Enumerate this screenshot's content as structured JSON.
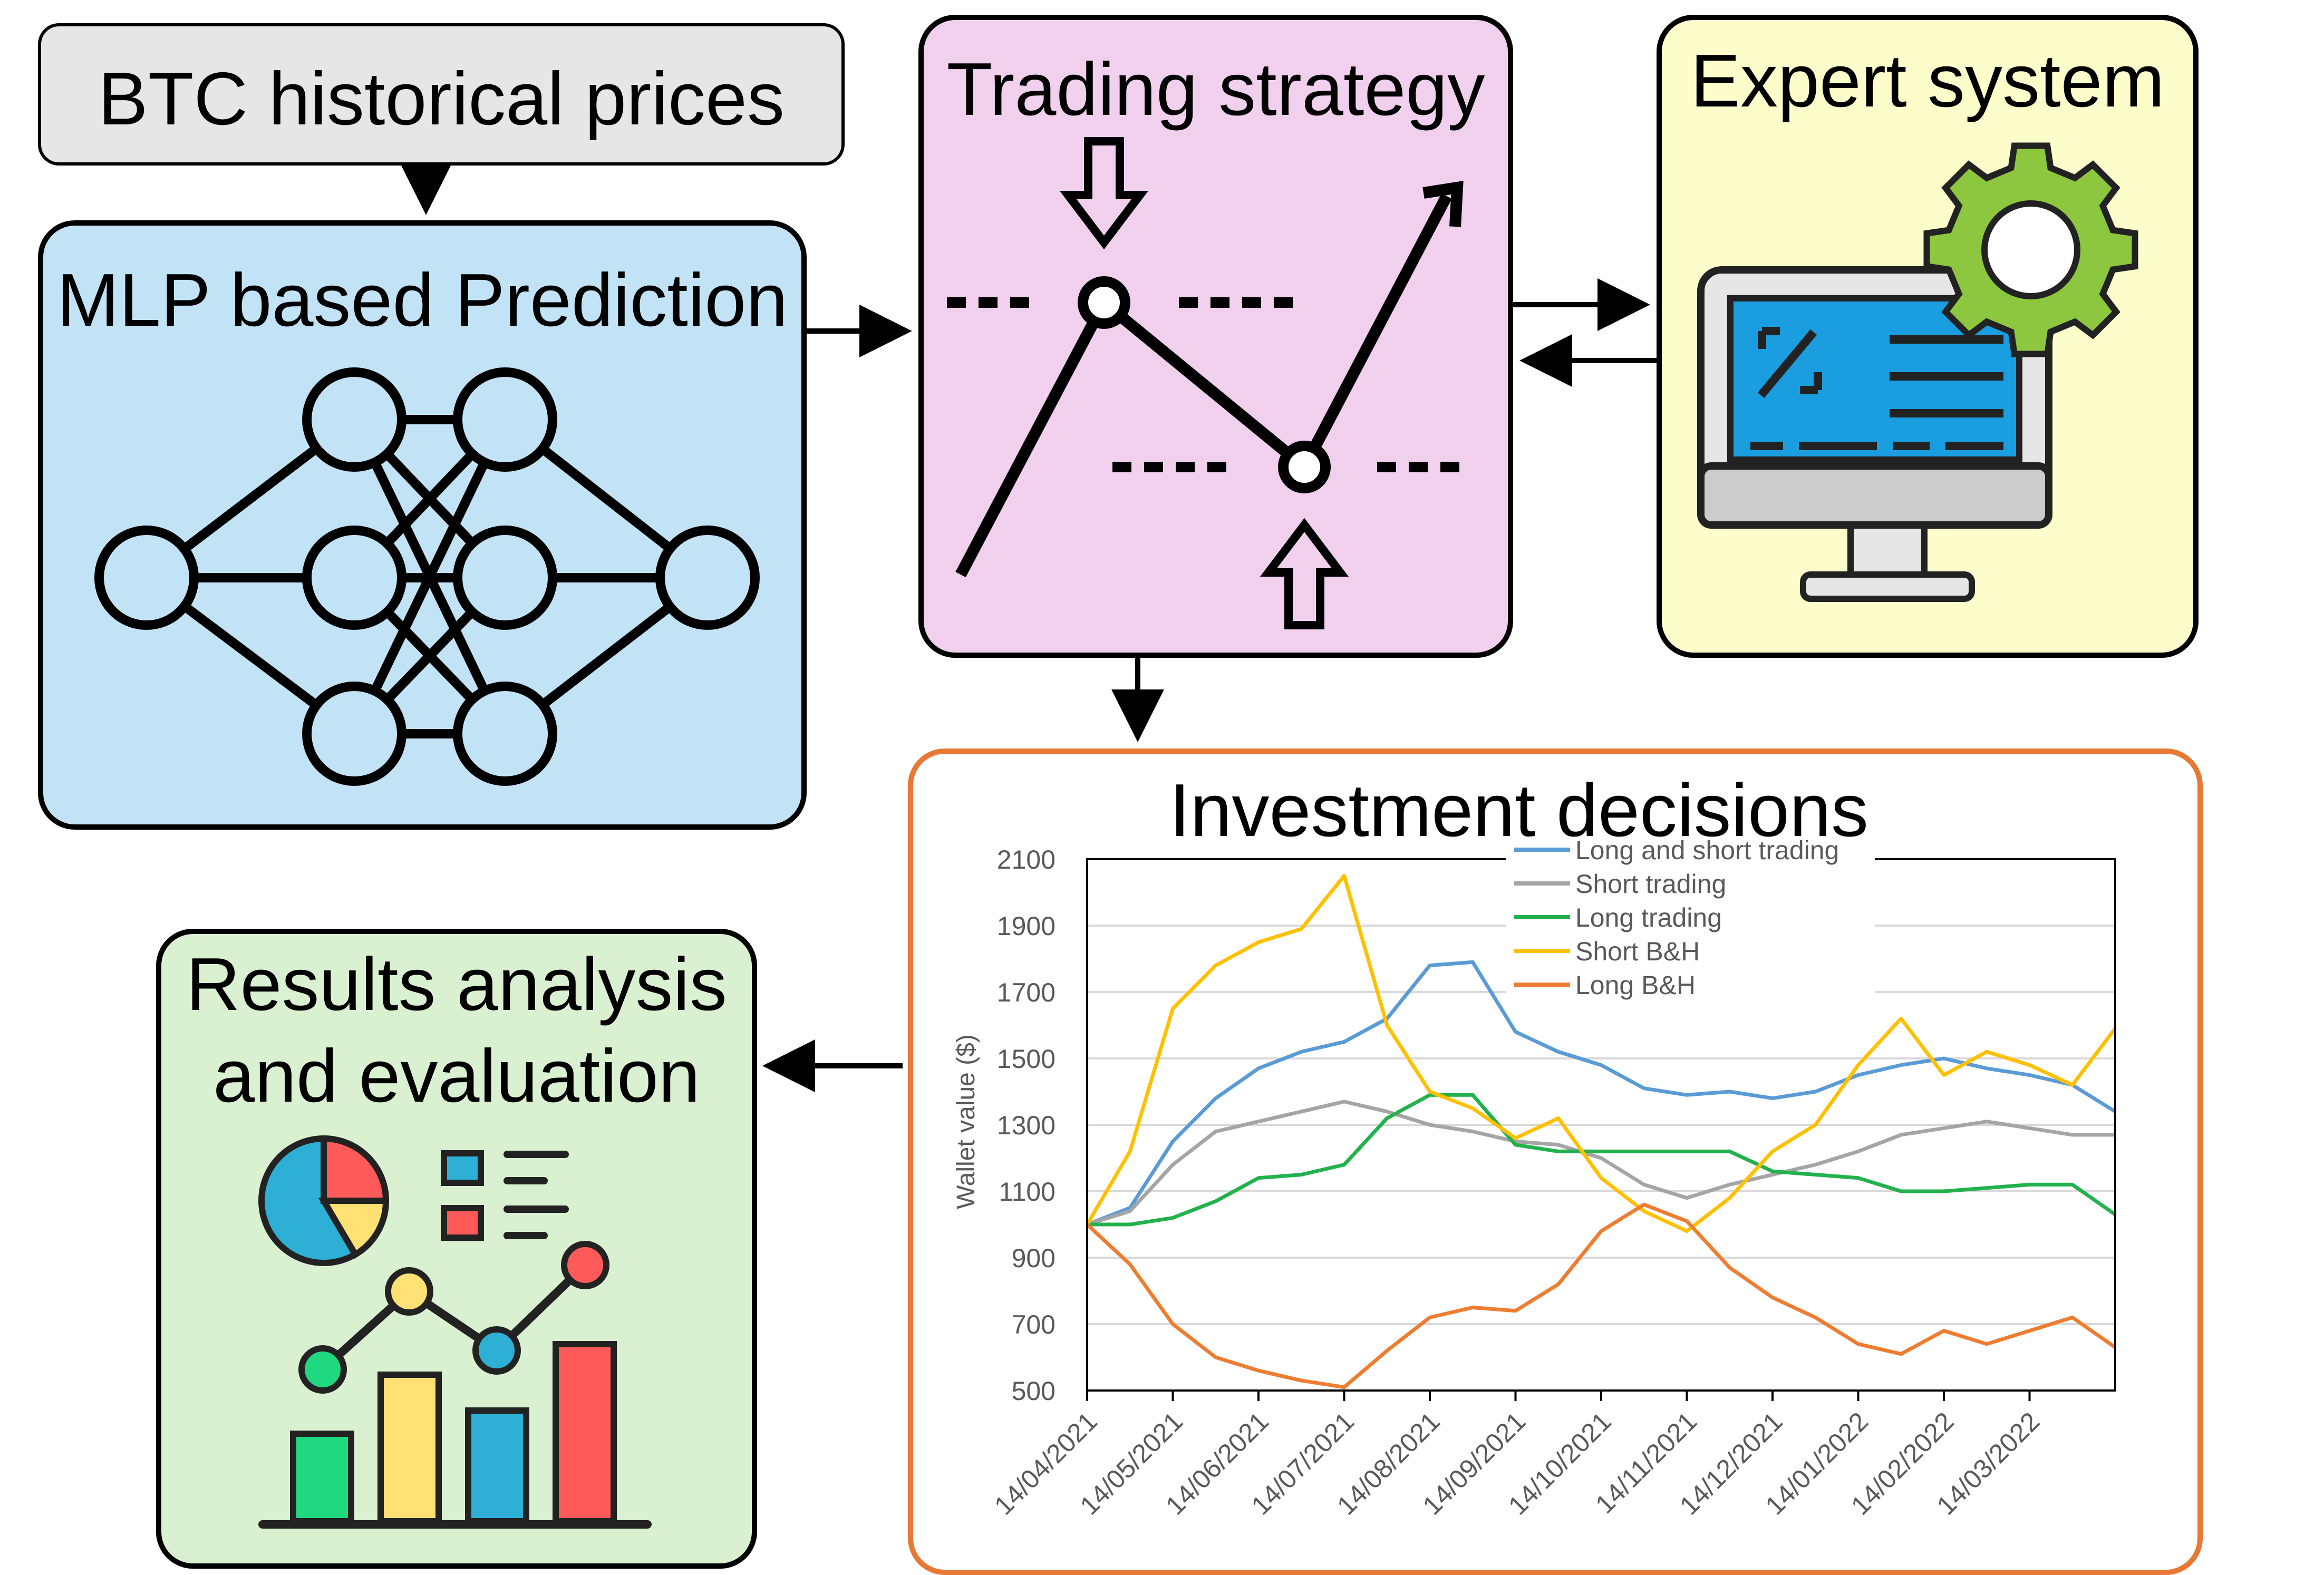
{
  "blocks": {
    "btc": {
      "title": "BTC historical prices"
    },
    "mlp": {
      "title": "MLP based Prediction"
    },
    "trading": {
      "title": "Trading strategy"
    },
    "expert": {
      "title": "Expert system"
    },
    "investment": {
      "title": "Investment decisions"
    },
    "results": {
      "title_line1": "Results analysis",
      "title_line2": "and evaluation"
    }
  },
  "colors": {
    "btc_fill": "#e6e6e6",
    "mlp_fill": "#c2e3f5",
    "trading_fill": "#f1d0ee",
    "expert_fill": "#fdfdcc",
    "investment_border": "#e87833",
    "results_fill": "#daf1d1",
    "gear": "#8dc63f",
    "screen": "#1a9ee0"
  },
  "icons": [
    "neural-network-icon",
    "trading-strategy-icon",
    "computer-gear-icon",
    "analytics-dashboard-icon"
  ],
  "chart_data": {
    "type": "line",
    "ylabel": "Wallet value ($)",
    "xlabel": "",
    "ylim": [
      500,
      2100
    ],
    "yticks": [
      500,
      700,
      900,
      1100,
      1300,
      1500,
      1700,
      1900,
      2100
    ],
    "xticks": [
      "14/04/2021",
      "14/05/2021",
      "14/06/2021",
      "14/07/2021",
      "14/08/2021",
      "14/09/2021",
      "14/10/2021",
      "14/11/2021",
      "14/12/2021",
      "14/01/2022",
      "14/02/2022",
      "14/03/2022"
    ],
    "x": [
      "14/04/2021",
      "28/04/2021",
      "14/05/2021",
      "28/05/2021",
      "14/06/2021",
      "28/06/2021",
      "14/07/2021",
      "28/07/2021",
      "14/08/2021",
      "28/08/2021",
      "14/09/2021",
      "28/09/2021",
      "14/10/2021",
      "28/10/2021",
      "14/11/2021",
      "28/11/2021",
      "14/12/2021",
      "28/12/2021",
      "14/01/2022",
      "28/01/2022",
      "14/02/2022",
      "28/02/2022",
      "14/03/2022",
      "28/03/2022",
      "14/04/2022"
    ],
    "grid": true,
    "legend_position": "top-center",
    "series": [
      {
        "name": "Long and short trading",
        "color": "#5b9bd5",
        "values": [
          1000,
          1050,
          1250,
          1380,
          1470,
          1520,
          1550,
          1620,
          1780,
          1790,
          1580,
          1520,
          1480,
          1410,
          1390,
          1400,
          1380,
          1400,
          1450,
          1480,
          1500,
          1470,
          1450,
          1420,
          1340
        ]
      },
      {
        "name": "Short trading",
        "color": "#a5a5a5",
        "values": [
          1000,
          1040,
          1180,
          1280,
          1310,
          1340,
          1370,
          1340,
          1300,
          1280,
          1250,
          1240,
          1200,
          1120,
          1080,
          1120,
          1150,
          1180,
          1220,
          1270,
          1290,
          1310,
          1290,
          1270,
          1270
        ]
      },
      {
        "name": "Long trading",
        "color": "#22b14c",
        "values": [
          1000,
          1000,
          1020,
          1070,
          1140,
          1150,
          1180,
          1320,
          1390,
          1390,
          1240,
          1220,
          1220,
          1220,
          1220,
          1220,
          1160,
          1150,
          1140,
          1100,
          1100,
          1110,
          1120,
          1120,
          1030
        ]
      },
      {
        "name": "Short B&H",
        "color": "#ffc000",
        "values": [
          1000,
          1220,
          1650,
          1780,
          1850,
          1890,
          2050,
          1600,
          1400,
          1350,
          1260,
          1320,
          1140,
          1040,
          980,
          1080,
          1220,
          1300,
          1480,
          1620,
          1450,
          1520,
          1480,
          1420,
          1590
        ]
      },
      {
        "name": "Long B&H",
        "color": "#ed7d31",
        "values": [
          1000,
          880,
          700,
          600,
          560,
          530,
          510,
          620,
          720,
          750,
          740,
          820,
          980,
          1060,
          1010,
          870,
          780,
          720,
          640,
          610,
          680,
          640,
          680,
          720,
          630
        ]
      }
    ]
  }
}
